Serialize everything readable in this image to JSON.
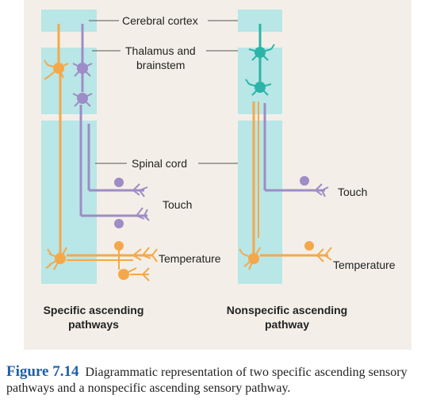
{
  "labels": {
    "cerebral_cortex": "Cerebral cortex",
    "thalamus_line1": "Thalamus and",
    "thalamus_line2": "brainstem",
    "spinal_cord": "Spinal cord",
    "touch_left": "Touch",
    "temperature_left": "Temperature",
    "touch_right": "Touch",
    "temperature_right": "Temperature"
  },
  "column_titles": {
    "specific_line1": "Specific ascending",
    "specific_line2": "pathways",
    "nonspecific_line1": "Nonspecific ascending",
    "nonspecific_line2": "pathway"
  },
  "caption": {
    "figure_label": "Figure 7.14",
    "text": "Diagrammatic representation of two specific ascending sensory pathways and a nonspecific ascending sensory pathway."
  },
  "colors": {
    "panel_bg": "#f3efe8",
    "region_cyan": "#b9e6e6",
    "orange_neuron": "#f5a84a",
    "purple_neuron": "#9d8cc6",
    "teal_neuron": "#2bb5a8"
  },
  "icons": [
    "orange-neuron-icon",
    "purple-neuron-icon",
    "teal-neuron-icon"
  ]
}
